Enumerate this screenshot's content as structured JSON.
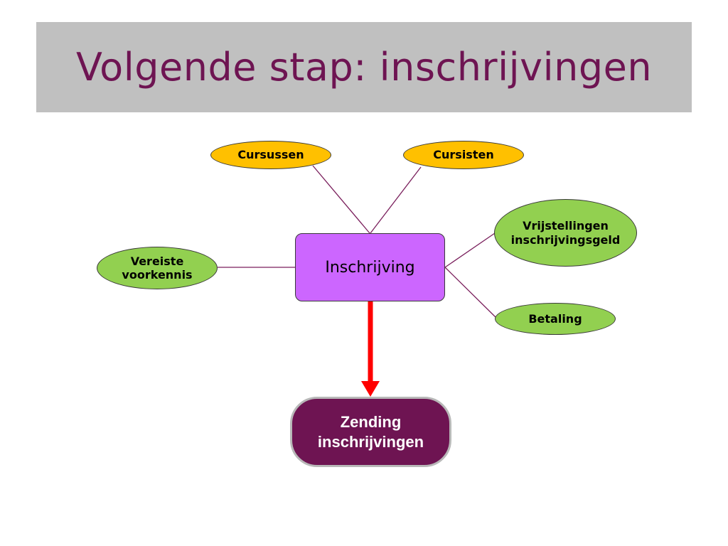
{
  "slide": {
    "title": "Volgende stap: inschrijvingen"
  },
  "diagram": {
    "center": "Inschrijving",
    "nodes": {
      "cursussen": "Cursussen",
      "cursisten": "Cursisten",
      "vrijstellingen_line1": "Vrijstellingen",
      "vrijstellingen_line2": "inschrijvingsgeld",
      "vereiste_line1": "Vereiste",
      "vereiste_line2": "voorkennis",
      "betaling": "Betaling"
    },
    "result_line1": "Zending",
    "result_line2": "inschrijvingen"
  },
  "colors": {
    "title_text": "#6e1452",
    "title_bg": "#c0c0c0",
    "yellow_node": "#ffc000",
    "green_node": "#92d050",
    "center_node": "#cc66ff",
    "result_node": "#6e1452",
    "connector": "#7a1f5c",
    "arrow": "#ff0000"
  }
}
